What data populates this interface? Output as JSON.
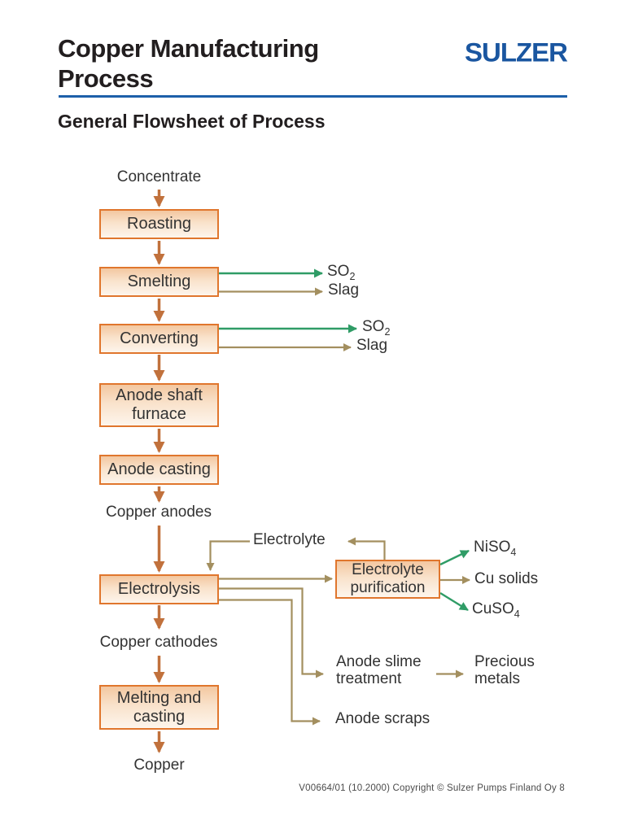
{
  "header": {
    "title": "Copper Manufacturing Process",
    "logo": "SULZER",
    "subtitle": "General Flowsheet of Process"
  },
  "footer": {
    "text": "V00664/01 (10.2000) Copyright © Sulzer Pumps Finland Oy 8"
  },
  "colors": {
    "accent_blue": "#1d5fa9",
    "logo_blue": "#1a56a0",
    "box_border_orange": "#e0762d",
    "box_fill_top": "#f3c7a0",
    "box_fill_bottom": "#fdf5ec",
    "main_flow_arrow_brown": "#c1713c",
    "byproduct_arrow_tan": "#a38f5f",
    "gas_arrow_green": "#2f9c66",
    "text": "#333333"
  },
  "flow": {
    "nodes": {
      "concentrate": "Concentrate",
      "roasting": "Roasting",
      "smelting": "Smelting",
      "converting": "Converting",
      "anode_shaft_furnace": "Anode shaft furnace",
      "anode_casting": "Anode casting",
      "copper_anodes": "Copper anodes",
      "electrolysis": "Electrolysis",
      "electrolyte": "Electrolyte",
      "electrolyte_purification": "Electrolyte purification",
      "copper_cathodes": "Copper cathodes",
      "melting_and_casting": "Melting and casting",
      "copper": "Copper",
      "slag": "Slag",
      "cu_solids": "Cu solids",
      "anode_slime_treatment": "Anode slime treatment",
      "precious_metals": "Precious metals",
      "anode_scraps": "Anode scraps"
    },
    "formulas": {
      "so2": {
        "base": "SO",
        "sub": "2"
      },
      "niso4": {
        "base": "NiSO",
        "sub": "4"
      },
      "cuso4": {
        "base": "CuSO",
        "sub": "4"
      }
    },
    "edges": [
      {
        "from": "Concentrate",
        "to": "Roasting",
        "style": "brown"
      },
      {
        "from": "Roasting",
        "to": "Smelting",
        "style": "brown"
      },
      {
        "from": "Smelting",
        "to": "SO2",
        "style": "green"
      },
      {
        "from": "Smelting",
        "to": "Slag",
        "style": "tan"
      },
      {
        "from": "Smelting",
        "to": "Converting",
        "style": "brown"
      },
      {
        "from": "Converting",
        "to": "SO2",
        "style": "green"
      },
      {
        "from": "Converting",
        "to": "Slag",
        "style": "tan"
      },
      {
        "from": "Converting",
        "to": "Anode shaft furnace",
        "style": "brown"
      },
      {
        "from": "Anode shaft furnace",
        "to": "Anode casting",
        "style": "brown"
      },
      {
        "from": "Anode casting",
        "to": "Copper anodes",
        "style": "brown"
      },
      {
        "from": "Copper anodes",
        "to": "Electrolysis",
        "style": "brown"
      },
      {
        "from": "Electrolysis",
        "to": "Electrolyte purification",
        "style": "tan"
      },
      {
        "from": "Electrolyte purification",
        "to": "Electrolyte",
        "style": "tan"
      },
      {
        "from": "Electrolyte",
        "to": "Electrolysis",
        "style": "tan"
      },
      {
        "from": "Electrolyte purification",
        "to": "NiSO4",
        "style": "green"
      },
      {
        "from": "Electrolyte purification",
        "to": "Cu solids",
        "style": "tan"
      },
      {
        "from": "Electrolyte purification",
        "to": "CuSO4",
        "style": "green"
      },
      {
        "from": "Electrolysis",
        "to": "Copper cathodes",
        "style": "brown"
      },
      {
        "from": "Electrolysis",
        "to": "Anode slime treatment",
        "style": "tan"
      },
      {
        "from": "Anode slime treatment",
        "to": "Precious metals",
        "style": "tan"
      },
      {
        "from": "Electrolysis",
        "to": "Anode scraps",
        "style": "tan"
      },
      {
        "from": "Copper cathodes",
        "to": "Melting and casting",
        "style": "brown"
      },
      {
        "from": "Melting and casting",
        "to": "Copper",
        "style": "brown"
      }
    ]
  }
}
